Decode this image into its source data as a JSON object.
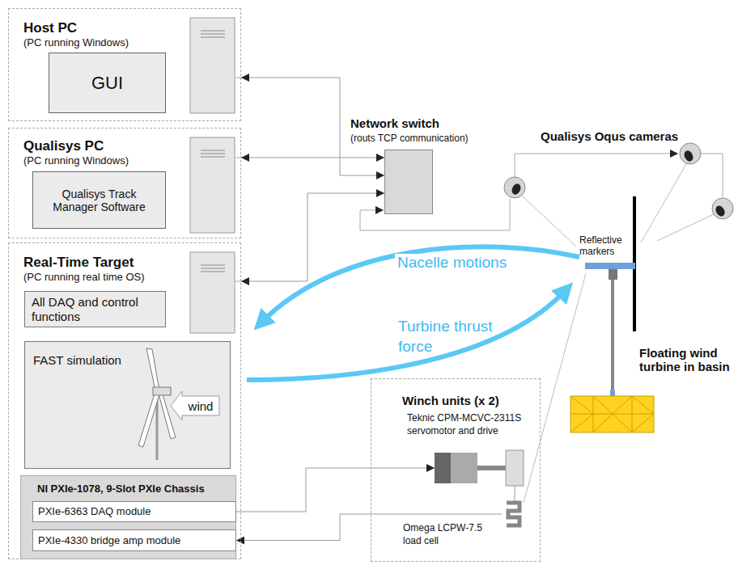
{
  "diagram": {
    "nodes": [
      {
        "text": [
          "Host PC",
          "(PC running Windows)"
        ]
      },
      {
        "text": [
          "GUI"
        ],
        "in": 0
      },
      {
        "text": [
          "Qualisys PC",
          "(PC running Windows)"
        ]
      },
      {
        "text": [
          "Qualisys Track Manager Software"
        ],
        "in": 2
      },
      {
        "text": [
          "Network switch",
          "(routs TCP communication)"
        ]
      },
      {
        "text": [
          "Real-Time Target",
          "(PC running real time OS)"
        ]
      },
      {
        "text": [
          "All DAQ and control functions"
        ],
        "in": 5
      },
      {
        "text": [
          "FAST simulation"
        ],
        "in": 5
      },
      {
        "text": [
          "wind"
        ],
        "in": 7
      },
      {
        "text": [
          "NI PXIe-1078, 9-Slot PXIe Chassis"
        ],
        "in": 5
      },
      {
        "text": [
          "PXIe-6363 DAQ module"
        ],
        "in": 9
      },
      {
        "text": [
          "PXIe-4330 bridge amp module"
        ],
        "in": 9
      },
      {
        "text": [
          "Winch units (x 2)"
        ]
      },
      {
        "text": [
          "Teknic CPM-MCVC-2311S servomotor and drive"
        ],
        "in": 12
      },
      {
        "text": [
          "Omega LCPW-7.5 load cell"
        ],
        "in": 12
      }
    ],
    "edges": [
      {
        "from": 0,
        "to": 4,
        "arrow": "both"
      },
      {
        "from": 2,
        "to": 4,
        "arrow": "both"
      },
      {
        "from": 5,
        "to": 4,
        "arrow": "both"
      },
      {
        "from": 10,
        "to": 13,
        "arrow": "to"
      },
      {
        "from": 14,
        "to": 11,
        "arrow": "to"
      }
    ],
    "labels": [
      "Qualisys Oqus cameras",
      "Reflective markers",
      "Floating wind turbine in basin",
      "Nacelle motions",
      "Turbine thrust force"
    ]
  }
}
